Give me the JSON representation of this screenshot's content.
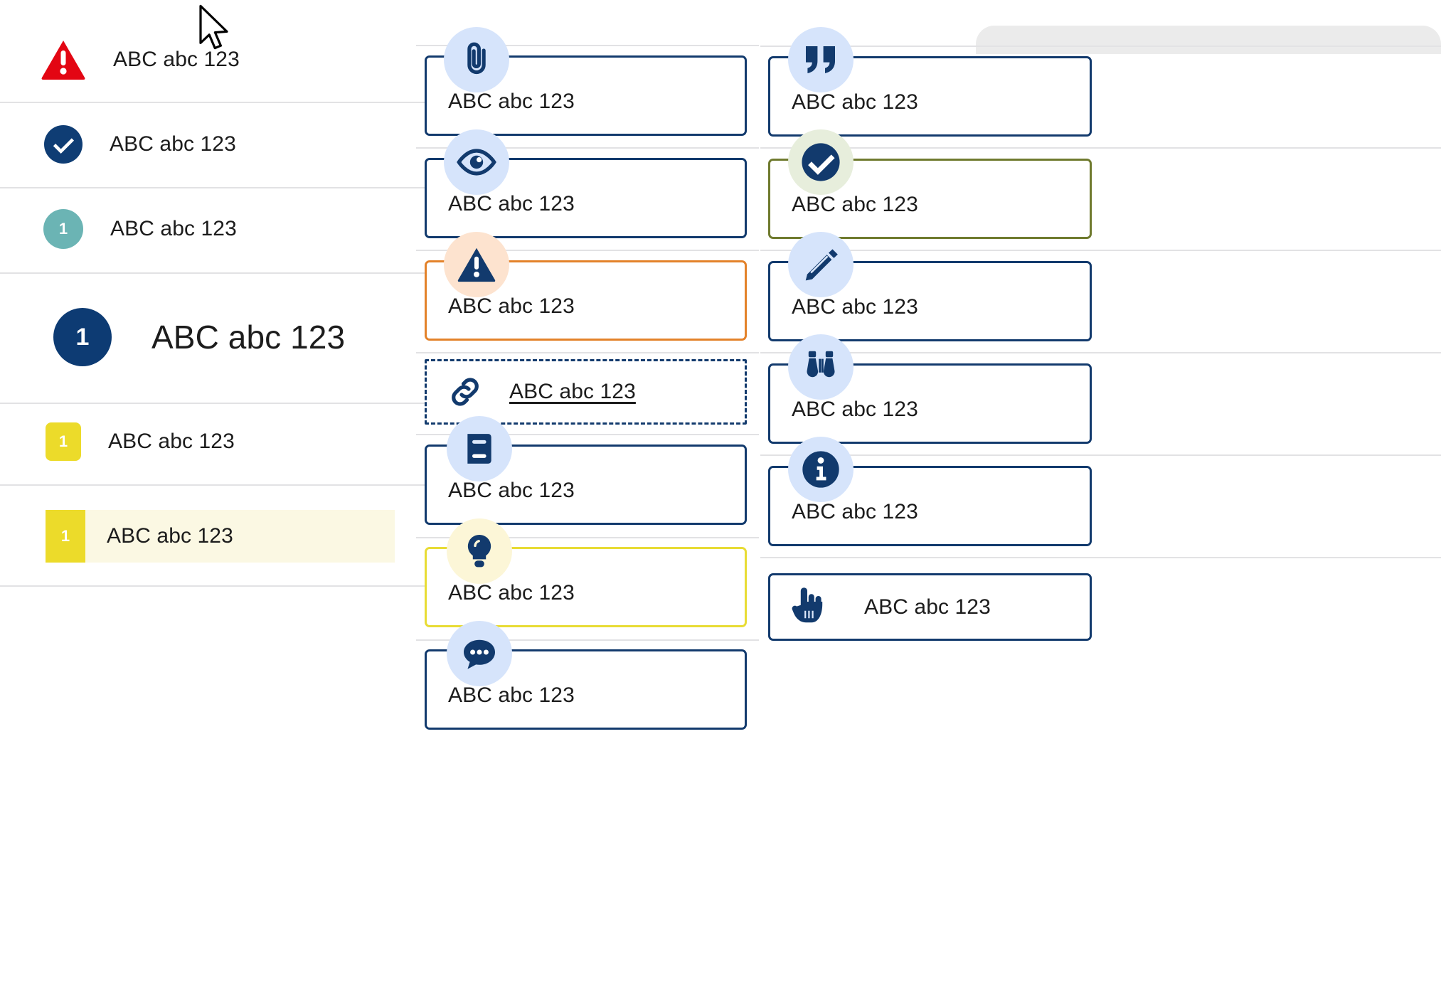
{
  "sample_text": "ABC abc 123",
  "colors": {
    "navy": "#123a6d",
    "navy_dark": "#0d3b73",
    "red": "#e30613",
    "teal": "#6bb4b4",
    "yellow": "#ecdb2a",
    "yellow_border": "#e8dc35",
    "yellow_bg": "#fbf8e3",
    "orange": "#e3822a",
    "olive": "#6f7a2e",
    "badge_blue": "#d6e4fb",
    "badge_peach": "#fde3cf",
    "badge_lemon": "#fcf6d7",
    "badge_mint": "#e7eedc",
    "divider": "#e2e2e4",
    "panel_gray": "#ebebeb"
  },
  "sidebar": {
    "items": [
      {
        "id": "alert",
        "icon": "warning-triangle-icon",
        "badge_type": "triangle-red",
        "number": "",
        "label": "ABC abc 123"
      },
      {
        "id": "success",
        "icon": "check-circle-icon",
        "badge_type": "circle-navy",
        "number": "",
        "label": "ABC abc 123"
      },
      {
        "id": "step-teal",
        "icon": "number-badge-icon",
        "badge_type": "circle-teal",
        "number": "1",
        "label": "ABC abc 123"
      },
      {
        "id": "step-large",
        "icon": "number-badge-icon",
        "badge_type": "circle-navy-large",
        "number": "1",
        "label": "ABC abc 123"
      },
      {
        "id": "step-yellow",
        "icon": "number-badge-icon",
        "badge_type": "square-yellow",
        "number": "1",
        "label": "ABC abc 123"
      }
    ],
    "callout": {
      "id": "highlighted-callout",
      "number": "1",
      "label": "ABC abc 123"
    }
  },
  "cards": {
    "middle_column": [
      {
        "id": "attachment",
        "icon": "paperclip-icon",
        "badge_style": "blue",
        "border_style": "solid-navy",
        "label": "ABC abc 123",
        "link": false
      },
      {
        "id": "visibility",
        "icon": "eye-icon",
        "badge_style": "blue",
        "border_style": "solid-navy",
        "label": "ABC abc 123",
        "link": false
      },
      {
        "id": "warning",
        "icon": "warning-triangle-icon",
        "badge_style": "peach",
        "border_style": "solid-orange",
        "label": "ABC abc 123",
        "link": false
      },
      {
        "id": "external-link",
        "icon": "chain-link-icon",
        "badge_style": "none",
        "border_style": "dashed-navy",
        "label": "ABC abc 123",
        "link": true
      },
      {
        "id": "reference",
        "icon": "book-icon",
        "badge_style": "blue",
        "border_style": "solid-navy",
        "label": "ABC abc 123",
        "link": false
      },
      {
        "id": "tip",
        "icon": "lightbulb-icon",
        "badge_style": "lemon",
        "border_style": "solid-yellow",
        "label": "ABC abc 123",
        "link": false
      },
      {
        "id": "comment",
        "icon": "speech-bubble-icon",
        "badge_style": "blue",
        "border_style": "solid-navy",
        "label": "ABC abc 123",
        "link": false
      }
    ],
    "right_column": [
      {
        "id": "quote",
        "icon": "quotation-mark-icon",
        "badge_style": "blue",
        "border_style": "solid-navy",
        "label": "ABC abc 123",
        "link": false
      },
      {
        "id": "approved",
        "icon": "check-circle-icon",
        "badge_style": "mint",
        "border_style": "solid-olive",
        "label": "ABC abc 123",
        "link": false
      },
      {
        "id": "edit",
        "icon": "pencil-icon",
        "badge_style": "blue",
        "border_style": "solid-navy",
        "label": "ABC abc 123",
        "link": false
      },
      {
        "id": "observe",
        "icon": "binoculars-icon",
        "badge_style": "blue",
        "border_style": "solid-navy",
        "label": "ABC abc 123",
        "link": false
      },
      {
        "id": "info",
        "icon": "info-circle-icon",
        "badge_style": "blue",
        "border_style": "solid-navy",
        "label": "ABC abc 123",
        "link": false
      },
      {
        "id": "action",
        "icon": "pointing-hand-icon",
        "badge_style": "none",
        "border_style": "solid-navy",
        "label": "ABC abc 123",
        "link": false
      }
    ]
  },
  "cursor": {
    "icon": "mouse-pointer-icon"
  }
}
